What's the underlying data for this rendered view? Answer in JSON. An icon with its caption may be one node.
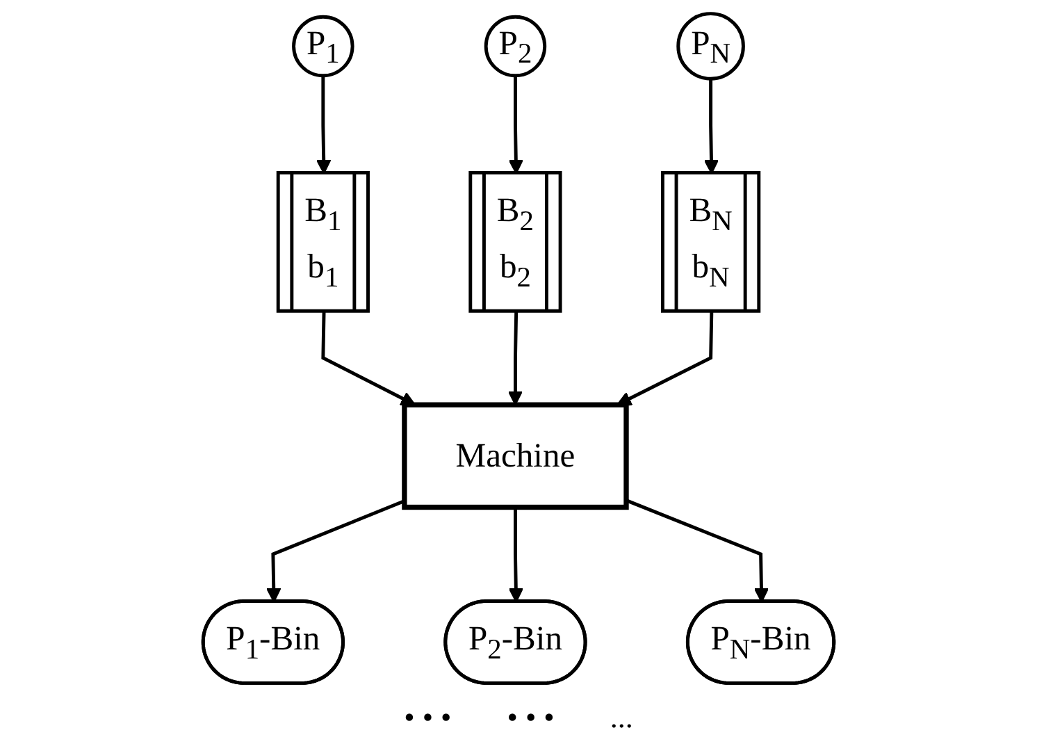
{
  "diagram": {
    "nodes": [
      {
        "text": [
          "P$_{1}$"
        ]
      },
      {
        "text": [
          "P$_{2}$"
        ]
      },
      {
        "text": [
          "P$_{N}$"
        ]
      },
      {
        "text": [
          "B$_{1}$",
          "b$_{1}$"
        ]
      },
      {
        "text": [
          "B$_{2}$",
          "b$_{2}$"
        ]
      },
      {
        "text": [
          "B$_{N}$",
          "b$_{N}$"
        ]
      },
      {
        "text": [
          "Machine"
        ]
      },
      {
        "text": [
          "P$_{1}$-Bin"
        ]
      },
      {
        "text": [
          "P$_{2}$-Bin"
        ]
      },
      {
        "text": [
          "P$_{N}$-Bin"
        ]
      }
    ],
    "edges": [
      {
        "from": 0,
        "to": 3,
        "arrow": "to"
      },
      {
        "from": 1,
        "to": 4,
        "arrow": "to"
      },
      {
        "from": 2,
        "to": 5,
        "arrow": "to"
      },
      {
        "from": 3,
        "to": 6,
        "arrow": "to"
      },
      {
        "from": 4,
        "to": 6,
        "arrow": "to"
      },
      {
        "from": 5,
        "to": 6,
        "arrow": "to"
      },
      {
        "from": 6,
        "to": 7,
        "arrow": "to"
      },
      {
        "from": 6,
        "to": 8,
        "arrow": "to"
      },
      {
        "from": 6,
        "to": 9,
        "arrow": "to"
      }
    ],
    "labels": [
      "• • •",
      "• • •",
      "..."
    ]
  }
}
